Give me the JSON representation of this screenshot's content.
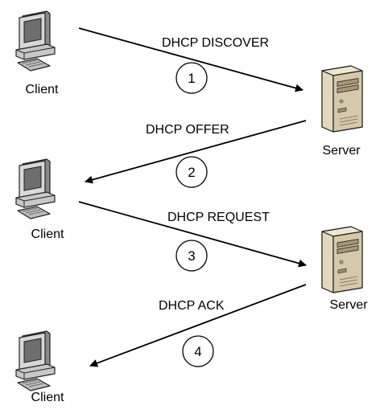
{
  "nodes": {
    "client_1": "Client",
    "server_1": "Server",
    "client_2": "Client",
    "server_2": "Server",
    "client_3": "Client"
  },
  "messages": [
    {
      "step": "1",
      "label": "DHCP DISCOVER"
    },
    {
      "step": "2",
      "label": "DHCP OFFER"
    },
    {
      "step": "3",
      "label": "DHCP REQUEST"
    },
    {
      "step": "4",
      "label": "DHCP ACK"
    }
  ],
  "icons": {
    "client": "computer-icon",
    "server": "server-tower-icon"
  },
  "colors": {
    "line": "#000000",
    "server_body": "#d9cdb3",
    "client_body": "#dcdcdc",
    "screen": "#6e6e6e"
  }
}
